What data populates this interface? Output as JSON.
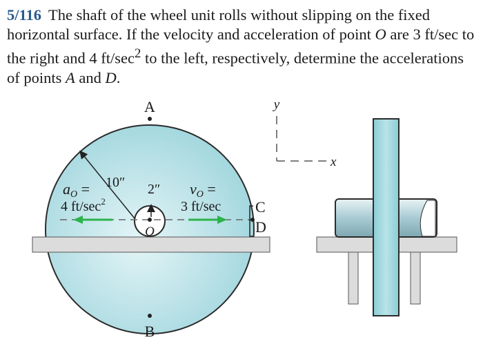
{
  "problem": {
    "number": "5/116",
    "t1": "The shaft of the wheel unit rolls without slipping on the fixed horizontal surface. If the velocity and acceleration of point ",
    "pointO": "O",
    "t2": " are 3 ft/sec to the right and 4 ft/sec",
    "sup2": "2",
    "t3": " to the left, respectively, determine the accelerations of points ",
    "pointA": "A",
    "t4": " and ",
    "pointD": "D",
    "t5": "."
  },
  "figure": {
    "label_A": "A",
    "label_B": "B",
    "label_C": "C",
    "label_D": "D",
    "label_O": "O",
    "radius_outer": "10″",
    "radius_inner": "2″",
    "aO_line1": "a",
    "aO_sub": "O",
    "aO_eq": " =",
    "aO_line2": "4 ft/sec",
    "aO_sup": "2",
    "vO_line1": "v",
    "vO_sub": "O",
    "vO_eq": " =",
    "vO_line2": "3 ft/sec",
    "axis_y": "y",
    "axis_x": "x"
  },
  "colors": {
    "wheel_fill": "#aedde3",
    "wheel_stroke": "#2b2b2b",
    "ground": "#dcdcdc",
    "arrow_green": "#2db34a",
    "problem_number": "#2a5a8c"
  }
}
